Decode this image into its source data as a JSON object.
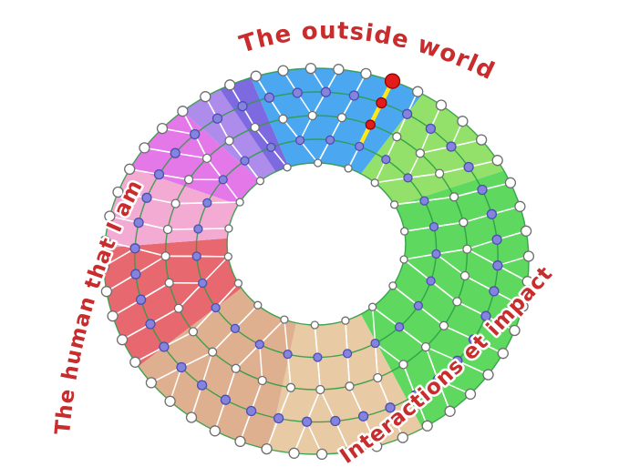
{
  "labels": {
    "top": "The outside world",
    "left": "The human that I am",
    "right": "Interactions et impact"
  },
  "diagram": {
    "background": "#ffffff",
    "label_color": "#c92c2c",
    "ring_stroke": "#2e9c46",
    "mesh_stroke": "#ffffff",
    "sectors": [
      {
        "name": "outside-blue",
        "color": "#4ba8f0",
        "start": -18,
        "end": 30
      },
      {
        "name": "green-light",
        "color": "#93e06a",
        "start": 30,
        "end": 62
      },
      {
        "name": "green-main",
        "color": "#5ed85e",
        "start": 62,
        "end": 150
      },
      {
        "name": "tan-light",
        "color": "#e8cba4",
        "start": 150,
        "end": 193
      },
      {
        "name": "tan-dark",
        "color": "#dfb08f",
        "start": 193,
        "end": 237
      },
      {
        "name": "red-rose",
        "color": "#e8686f",
        "start": 237,
        "end": 274
      },
      {
        "name": "pink-light",
        "color": "#f3abd4",
        "start": 274,
        "end": 299
      },
      {
        "name": "magenta",
        "color": "#e478e8",
        "start": 299,
        "end": 321
      },
      {
        "name": "purple-light",
        "color": "#ae8cec",
        "start": 321,
        "end": 333
      },
      {
        "name": "purple-dark",
        "color": "#7e6ae0",
        "start": 333,
        "end": 342
      }
    ],
    "rings": [
      {
        "frac": 1.0,
        "count": 48,
        "node": "white",
        "r": 5.5
      },
      {
        "frac": 0.855,
        "count": 40,
        "node": "purple",
        "r": 5.0
      },
      {
        "frac": 0.71,
        "count": 32,
        "node": "white",
        "r": 4.5
      },
      {
        "frac": 0.565,
        "count": 25,
        "node": "purple",
        "r": 4.5
      },
      {
        "frac": 0.42,
        "count": 18,
        "node": "white",
        "r": 4.0
      }
    ],
    "node_styles": {
      "white": {
        "fill": "#ffffff",
        "stroke": "#6e6e6e"
      },
      "purple": {
        "fill": "#8484de",
        "stroke": "#4d4db0"
      }
    },
    "highlight": {
      "angle": 21,
      "line_color": "#ffe81a",
      "line_from": 0.565,
      "line_to": 1.0,
      "dot_color": "#e21b1b",
      "dot_stroke": "#8e0000",
      "dots": [
        {
          "frac": 1.0,
          "r": 8.0
        },
        {
          "frac": 0.855,
          "r": 5.5
        },
        {
          "frac": 0.71,
          "r": 5.0
        }
      ]
    }
  }
}
